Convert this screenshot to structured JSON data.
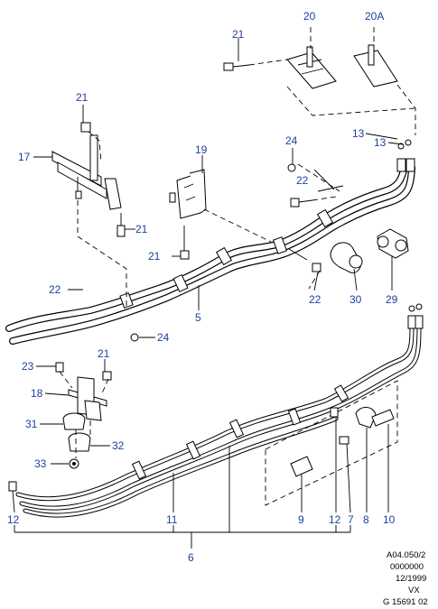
{
  "callouts": {
    "c20": "20",
    "c20a": "20A",
    "c21_top": "21",
    "c21_left": "21",
    "c17": "17",
    "c19": "19",
    "c24_right": "24",
    "c13_a": "13",
    "c13_b": "13",
    "c22_right": "22",
    "c21_mid": "21",
    "c21_lower": "21",
    "c22_left": "22",
    "c22_mid": "22",
    "c30": "30",
    "c29": "29",
    "c5": "5",
    "c24_left": "24",
    "c23": "23",
    "c21_bracket": "21",
    "c18": "18",
    "c31": "31",
    "c32": "32",
    "c33": "33",
    "c12_left": "12",
    "c11": "11",
    "c9": "9",
    "c12_right": "12",
    "c7": "7",
    "c8": "8",
    "c10": "10",
    "c6": "6"
  },
  "footer": {
    "line1": "A04.050/2",
    "line2": "0000000",
    "line3": "12/1999",
    "line4": "VX",
    "line5": "G 15691 02"
  },
  "colors": {
    "callout": "#1d3f9e",
    "ink": "#000000",
    "paper": "#ffffff"
  }
}
